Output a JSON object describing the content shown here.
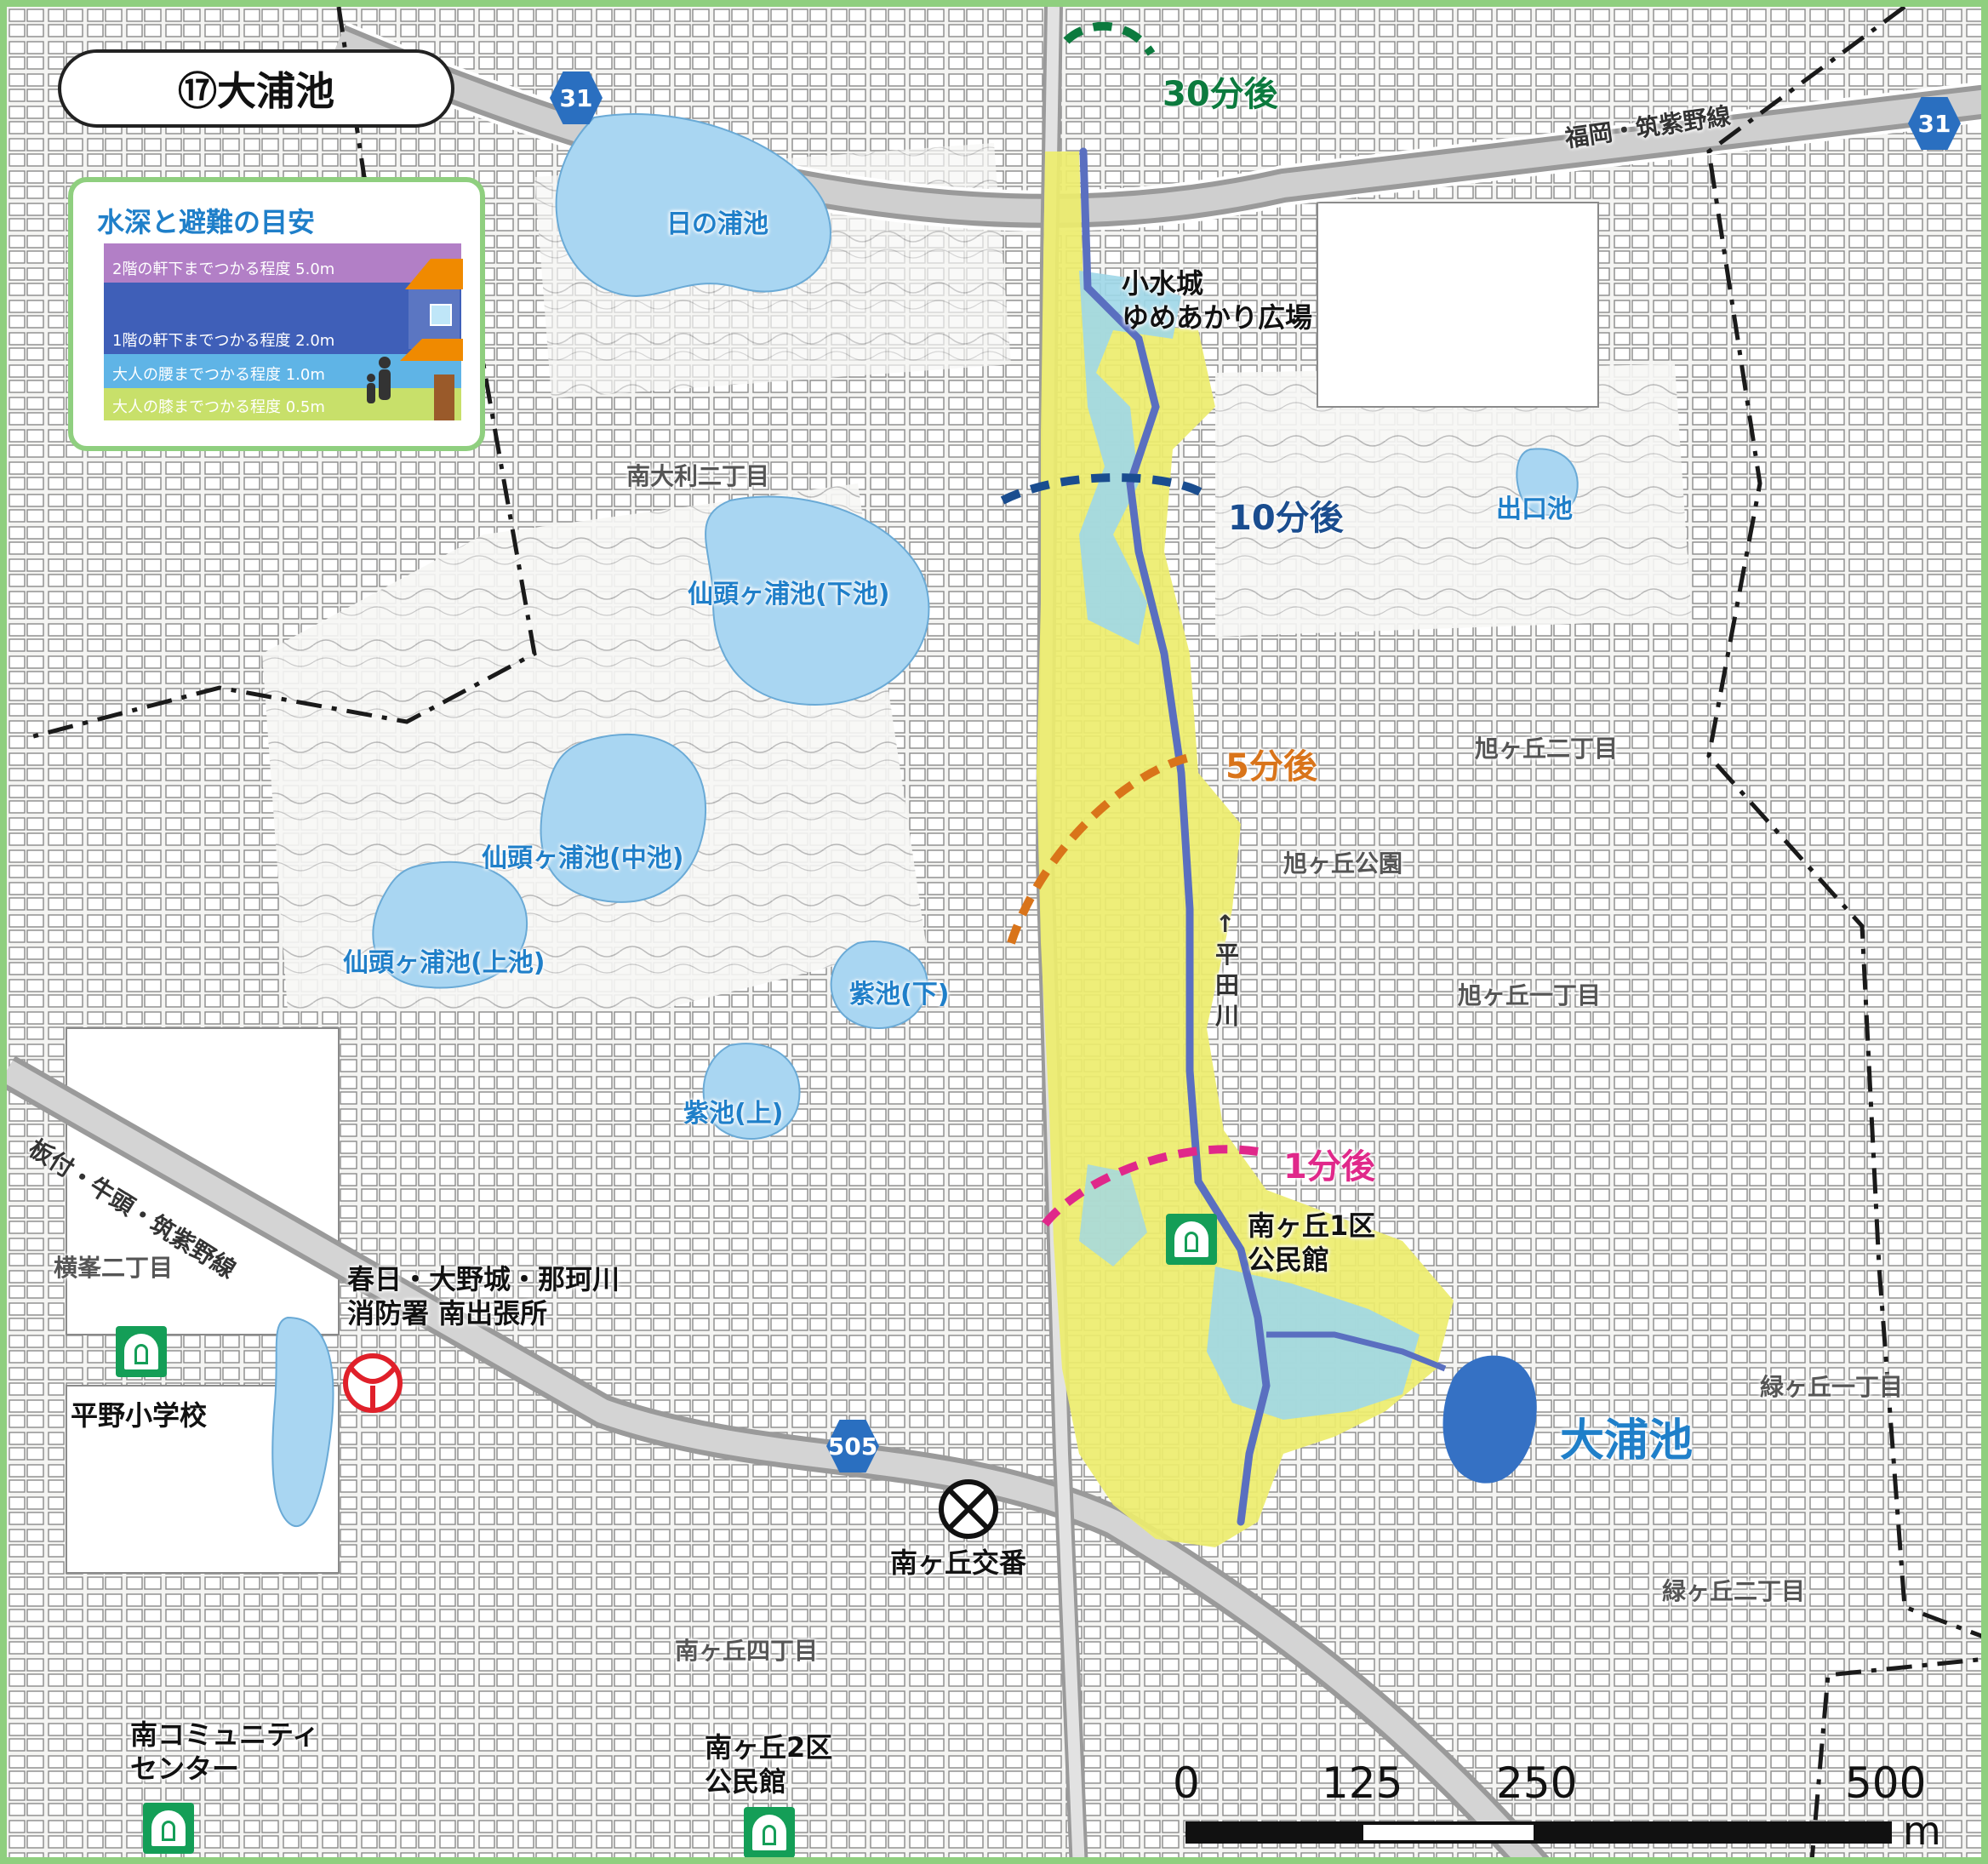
{
  "title": "⑰大浦池",
  "legend": {
    "title": "水深と避難の目安",
    "levels": [
      {
        "label": "2階の軒下までつかる程度 5.0m",
        "color": "#b27fc6"
      },
      {
        "label": "1階の軒下までつかる程度 2.0m",
        "color": "#3f5fb8"
      },
      {
        "label": "大人の腰までつかる程度 1.0m",
        "color": "#5fb4e6"
      },
      {
        "label": "大人の膝までつかる程度 0.5m",
        "color": "#c8e06a"
      }
    ]
  },
  "roads": {
    "route31_badge": "31",
    "route505_badge": "505",
    "fukuoka_chikushino": "福岡・筑紫野線",
    "itatsuki_line": "板付・牛頭・筑紫野線"
  },
  "ponds": {
    "hinoura": "日の浦池",
    "senzugaura_lower": "仙頭ヶ浦池(下池)",
    "senzugaura_middle": "仙頭ヶ浦池(中池)",
    "senzugaura_upper": "仙頭ヶ浦池(上池)",
    "murasaki_lower": "紫池(下)",
    "murasaki_upper": "紫池(上)",
    "deguchi": "出口池",
    "oura": "大浦池"
  },
  "areas": {
    "minami_oori_2": "南大利二丁目",
    "asahigaoka_2": "旭ヶ丘二丁目",
    "asahigaoka_park": "旭ヶ丘公園",
    "asahigaoka_1": "旭ヶ丘一丁目",
    "midorigaoka_1": "緑ヶ丘一丁目",
    "midorigaoka_2": "緑ヶ丘二丁目",
    "minamigaoka_4": "南ヶ丘四丁目",
    "yokomine_2": "横峯二丁目",
    "hirata_river": "↑平田川"
  },
  "facilities": {
    "mizuki_line1": "小水城",
    "mizuki_line2": "ゆめあかり広場",
    "fire_line1": "春日・大野城・那珂川",
    "fire_line2": "消防署 南出張所",
    "hirano_school": "平野小学校",
    "community_line1": "南コミュニティ",
    "community_line2": "センター",
    "hall1_line1": "南ヶ丘1区",
    "hall1_line2": "公民館",
    "hall2_line1": "南ヶ丘2区",
    "hall2_line2": "公民館",
    "koban": "南ヶ丘交番"
  },
  "time_markers": [
    {
      "label": "30分後",
      "color": "#0c7a3e"
    },
    {
      "label": "10分後",
      "color": "#1a4d8f"
    },
    {
      "label": "5分後",
      "color": "#d9741a"
    },
    {
      "label": "1分後",
      "color": "#e0288a"
    }
  ],
  "scale": {
    "ticks": [
      "0",
      "125",
      "250",
      "500"
    ],
    "unit": "m"
  },
  "colors": {
    "pond": "#a9d6f2",
    "reservoir": "#3571c4",
    "flood_shallow": "#eded6e",
    "flood_mid": "#9fd7e8",
    "river": "#5a6fc0",
    "frame": "#8fcf7f"
  }
}
